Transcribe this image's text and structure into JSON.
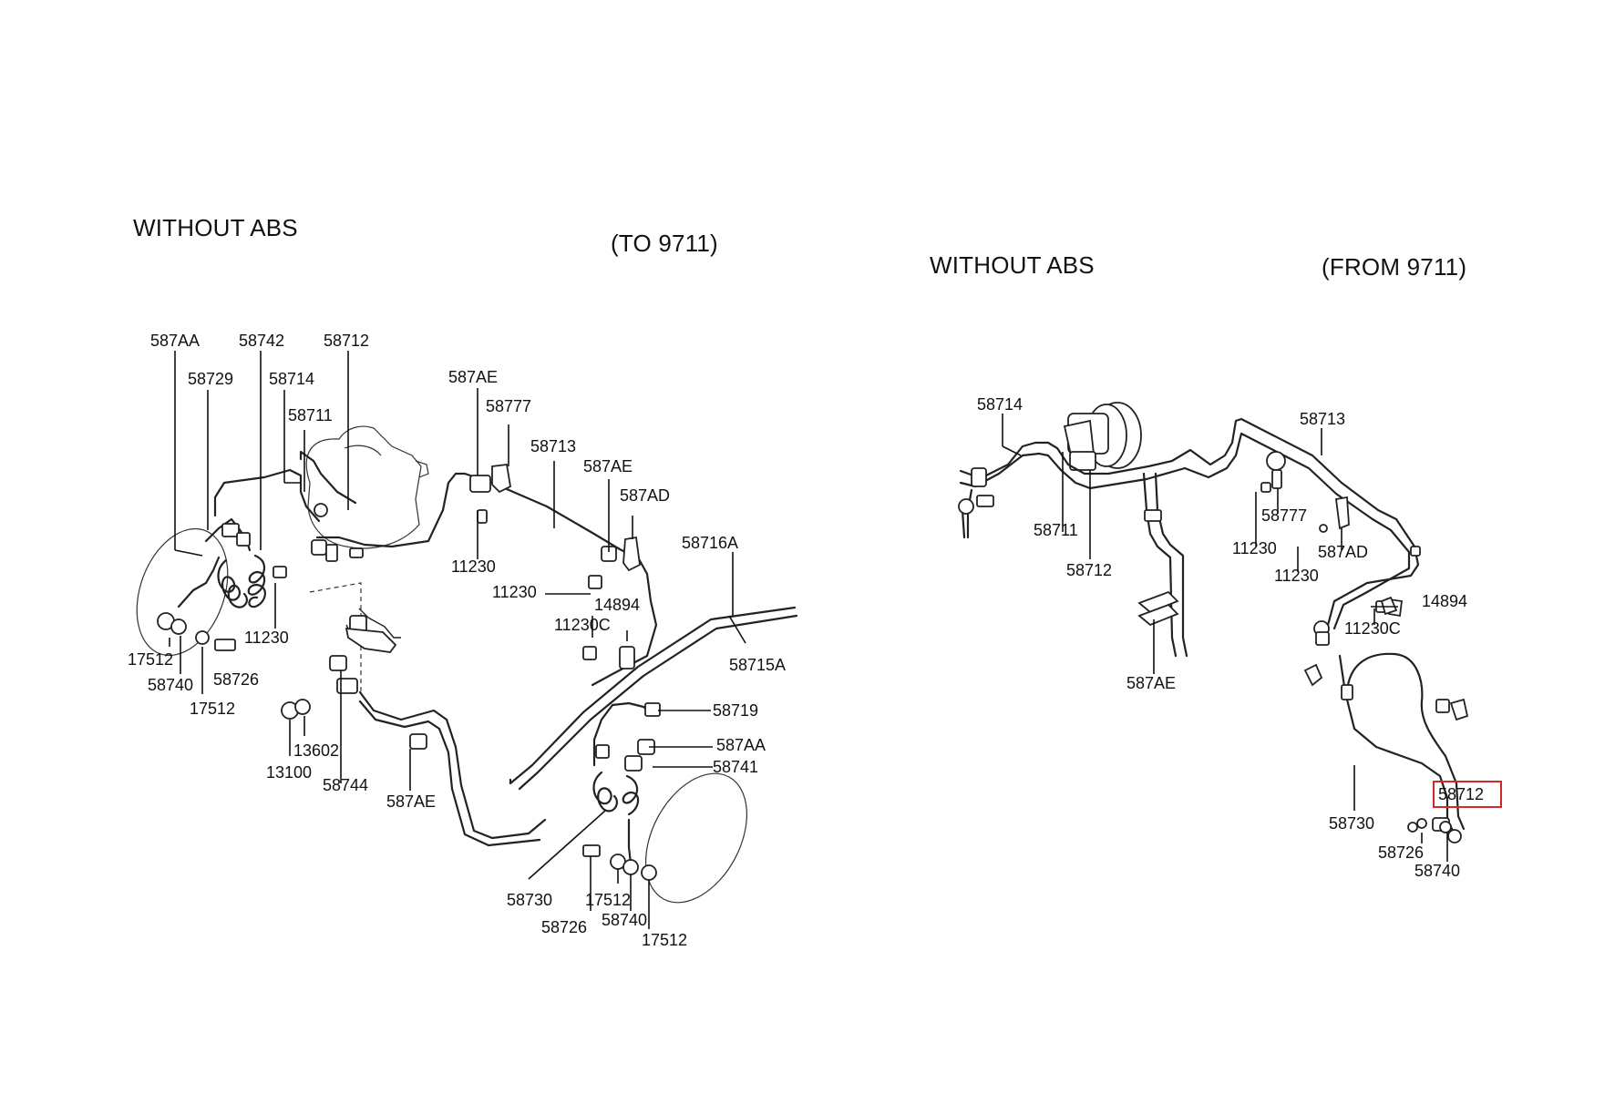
{
  "headings": {
    "left_title": "WITHOUT ABS",
    "left_range": "(TO 9711)",
    "right_title": "WITHOUT ABS",
    "right_range": "(FROM 9711)"
  },
  "left_labels": {
    "l_587AA_top": "587AA",
    "l_58742": "58742",
    "l_58712_top": "58712",
    "l_58729": "58729",
    "l_58714": "58714",
    "l_58711": "58711",
    "l_587AE_top": "587AE",
    "l_58777": "58777",
    "l_58713": "58713",
    "l_587AE_mid": "587AE",
    "l_587AD": "587AD",
    "l_11230_a": "11230",
    "l_58716A": "58716A",
    "l_11230_b": "11230",
    "l_14894": "14894",
    "l_11230C": "11230C",
    "l_58715A": "58715A",
    "l_11230_c": "11230",
    "l_17512_a": "17512",
    "l_58740_a": "58740",
    "l_58726_a": "58726",
    "l_17512_b": "17512",
    "l_13602": "13602",
    "l_13100": "13100",
    "l_58744": "58744",
    "l_587AE_bot": "587AE",
    "l_58719": "58719",
    "l_587AA_bot": "587AA",
    "l_58741": "58741",
    "l_58730": "58730",
    "l_17512_c": "17512",
    "l_58726_b": "58726",
    "l_58740_b": "58740",
    "l_17512_d": "17512"
  },
  "right_labels": {
    "r_58714": "58714",
    "r_58713": "58713",
    "r_58777": "58777",
    "r_58711": "58711",
    "r_11230_a": "11230",
    "r_587AD": "587AD",
    "r_58712": "58712",
    "r_11230_b": "11230",
    "r_14894": "14894",
    "r_11230C": "11230C",
    "r_587AE": "587AE",
    "r_58712_hl": "58712",
    "r_58730": "58730",
    "r_58726": "58726",
    "r_58740": "58740"
  },
  "colors": {
    "highlight": "#d62828",
    "ink": "#222222"
  }
}
